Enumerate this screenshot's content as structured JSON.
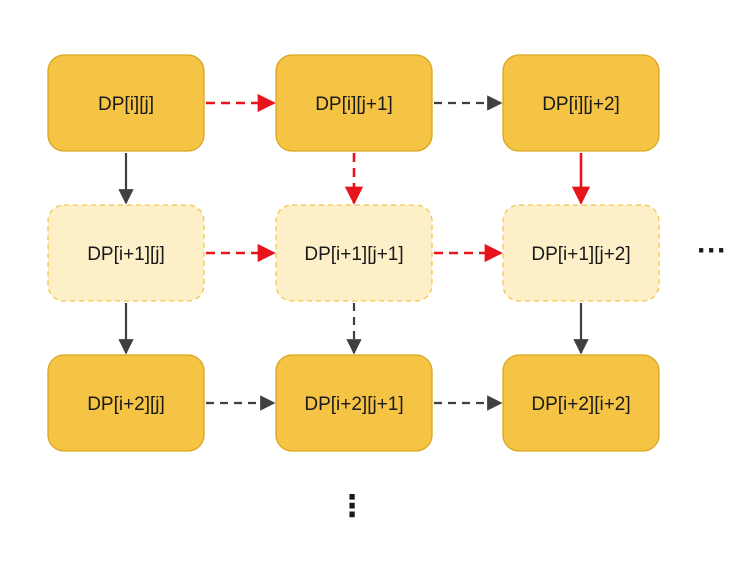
{
  "colors": {
    "solid_fill": "#F6C445",
    "solid_stroke": "#D9A61E",
    "light_fill": "#FDF0C9",
    "light_stroke": "#F2C64E",
    "dark_arrow": "#404040",
    "red_arrow": "#E8141B"
  },
  "nodes": [
    {
      "id": "r0c0",
      "label": "DP[i][j]",
      "style": "solid"
    },
    {
      "id": "r0c1",
      "label": "DP[i][j+1]",
      "style": "solid"
    },
    {
      "id": "r0c2",
      "label": "DP[i][j+2]",
      "style": "solid"
    },
    {
      "id": "r1c0",
      "label": "DP[i+1][j]",
      "style": "light"
    },
    {
      "id": "r1c1",
      "label": "DP[i+1][j+1]",
      "style": "light"
    },
    {
      "id": "r1c2",
      "label": "DP[i+1][j+2]",
      "style": "light"
    },
    {
      "id": "r2c0",
      "label": "DP[i+2][j]",
      "style": "solid"
    },
    {
      "id": "r2c1",
      "label": "DP[i+2][j+1]",
      "style": "solid"
    },
    {
      "id": "r2c2",
      "label": "DP[i+2][i+2]",
      "style": "solid"
    }
  ],
  "edges": [
    {
      "from": "r0c0",
      "to": "r0c1",
      "color": "red",
      "dashed": true
    },
    {
      "from": "r0c1",
      "to": "r0c2",
      "color": "dark",
      "dashed": true
    },
    {
      "from": "r1c0",
      "to": "r1c1",
      "color": "red",
      "dashed": true
    },
    {
      "from": "r1c1",
      "to": "r1c2",
      "color": "red",
      "dashed": true
    },
    {
      "from": "r2c0",
      "to": "r2c1",
      "color": "dark",
      "dashed": true
    },
    {
      "from": "r2c1",
      "to": "r2c2",
      "color": "dark",
      "dashed": true
    },
    {
      "from": "r0c0",
      "to": "r1c0",
      "color": "dark",
      "dashed": false
    },
    {
      "from": "r0c1",
      "to": "r1c1",
      "color": "red",
      "dashed": true
    },
    {
      "from": "r0c2",
      "to": "r1c2",
      "color": "red",
      "dashed": false
    },
    {
      "from": "r1c0",
      "to": "r2c0",
      "color": "dark",
      "dashed": false
    },
    {
      "from": "r1c1",
      "to": "r2c1",
      "color": "dark",
      "dashed": true
    },
    {
      "from": "r1c2",
      "to": "r2c2",
      "color": "dark",
      "dashed": false
    }
  ],
  "ellipsis": {
    "right": "···",
    "bottom": "⋮"
  }
}
